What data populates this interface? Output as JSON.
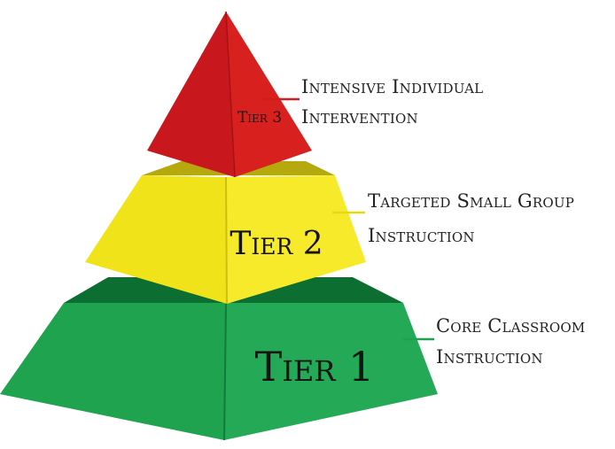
{
  "tiers": [
    {
      "label": "Tier 3",
      "description_line1": "Intensive Individual",
      "description_line2": "Intervention",
      "color": "#d41c1c"
    },
    {
      "label": "Tier 2",
      "description_line1": "Targeted Small Group",
      "description_line2": "Instruction",
      "color": "#f0e31a"
    },
    {
      "label": "Tier 1",
      "description_line1": "Core Classroom",
      "description_line2": "Instruction",
      "color": "#1ea24e"
    }
  ]
}
